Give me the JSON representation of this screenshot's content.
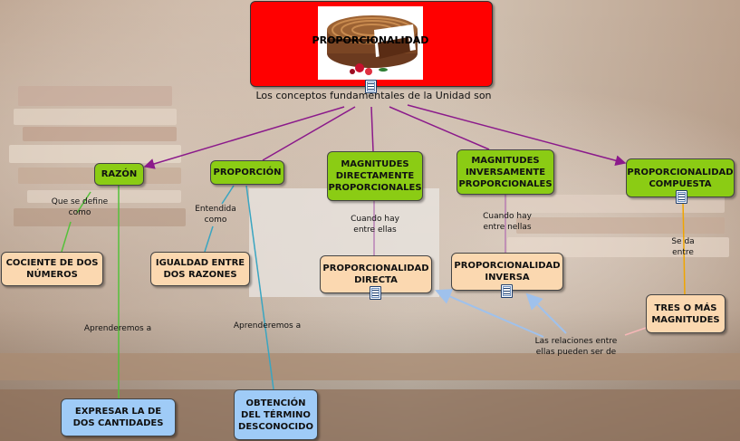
{
  "title": "PROPORCIONALIDAD",
  "intro_label": "Los conceptos fundamentales de la Unidad son",
  "nodes": {
    "razon": "RAZÓN",
    "proporcion": "PROPORCIÓN",
    "mag_directas": "MAGNITUDES DIRECTAMENTE PROPORCIONALES",
    "mag_inversas": "MAGNITUDES INVERSAMENTE PROPORCIONALES",
    "prop_compuesta": "PROPORCIONALIDAD COMPUESTA",
    "cociente": "COCIENTE DE DOS NÚMEROS",
    "igualdad": "IGUALDAD ENTRE DOS RAZONES",
    "prop_directa": "PROPORCIONALIDAD DIRECTA",
    "prop_inversa": "PROPORCIONALIDAD INVERSA",
    "tres_mas": "TRES O MÁS MAGNITUDES",
    "expresar": "EXPRESAR LA DE DOS CANTIDADES",
    "obtencion": "OBTENCIÓN DEL TÉRMINO DESCONOCIDO"
  },
  "link_labels": {
    "que_se_define": "Que se define como",
    "entendida": "Entendida como",
    "cuando_hay_1": "Cuando hay entre ellas",
    "cuando_hay_2": "Cuando hay entre nellas",
    "se_da_entre": "Se da entre",
    "aprenderemos_1": "Aprenderemos a",
    "aprenderemos_2": "Aprenderemos a",
    "relaciones": "Las relaciones entre ellas pueden ser de"
  },
  "icons": [
    "document-icon",
    "cake-image"
  ],
  "colors": {
    "title_bg": "#ff0000",
    "concept_green": "#8bcc14",
    "detail_peach": "#fbd8b0",
    "action_blue": "#9fcbf7",
    "link_purple": "#8b1a8b",
    "link_blue": "#8fb4e6",
    "link_green": "#55c13a",
    "link_orange": "#f0a500"
  }
}
